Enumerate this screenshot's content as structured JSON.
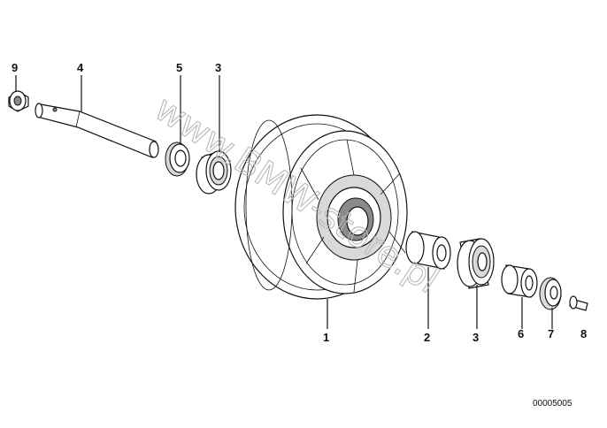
{
  "watermark": "www.BMW-store.pl",
  "doc_number": "00005005",
  "callouts": [
    {
      "id": "9",
      "text": "9"
    },
    {
      "id": "4",
      "text": "4"
    },
    {
      "id": "5",
      "text": "5"
    },
    {
      "id": "3a",
      "text": "3"
    },
    {
      "id": "1",
      "text": "1"
    },
    {
      "id": "2",
      "text": "2"
    },
    {
      "id": "3b",
      "text": "3"
    },
    {
      "id": "6",
      "text": "6"
    },
    {
      "id": "7",
      "text": "7"
    },
    {
      "id": "8",
      "text": "8"
    }
  ]
}
